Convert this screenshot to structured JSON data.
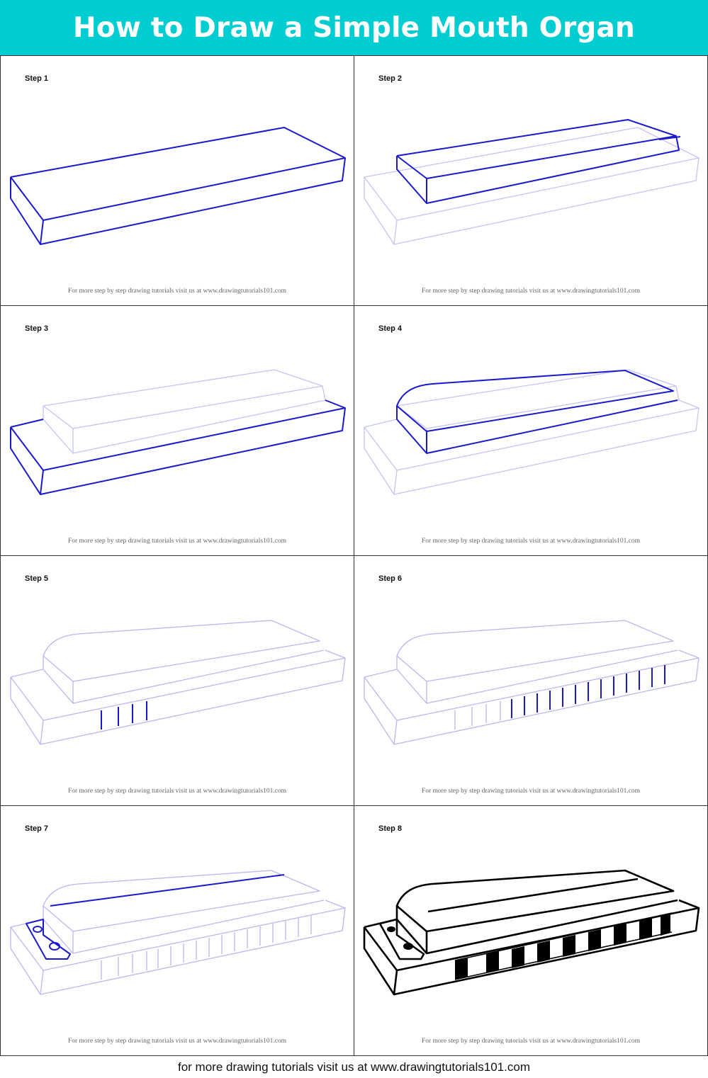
{
  "header": {
    "title": "How to Draw a Simple Mouth Organ",
    "bg_color": "#00cdd2"
  },
  "steps": [
    {
      "label": "Step 1",
      "credit": "For more step by step drawing tutorials visit us at www.drawingtutorials101.com"
    },
    {
      "label": "Step 2",
      "credit": "For more step by step drawing tutorials visit us at www.drawingtutorials101.com"
    },
    {
      "label": "Step 3",
      "credit": "For more step by step drawing tutorials visit us at www.drawingtutorials101.com"
    },
    {
      "label": "Step 4",
      "credit": "For more step by step drawing tutorials visit us at www.drawingtutorials101.com"
    },
    {
      "label": "Step 5",
      "credit": "For more step by step drawing tutorials visit us at www.drawingtutorials101.com"
    },
    {
      "label": "Step 6",
      "credit": "For more step by step drawing tutorials visit us at www.drawingtutorials101.com"
    },
    {
      "label": "Step 7",
      "credit": "For more step by step drawing tutorials visit us at www.drawingtutorials101.com"
    },
    {
      "label": "Step 8",
      "credit": "For more step by step drawing tutorials visit us at www.drawingtutorials101.com"
    }
  ],
  "footer": {
    "text": "for more drawing tutorials visit us at www.drawingtutorials101.com"
  },
  "colors": {
    "new_stroke": "#1a1acc",
    "guide_stroke": "#b4b4f0",
    "final_stroke": "#000000"
  }
}
